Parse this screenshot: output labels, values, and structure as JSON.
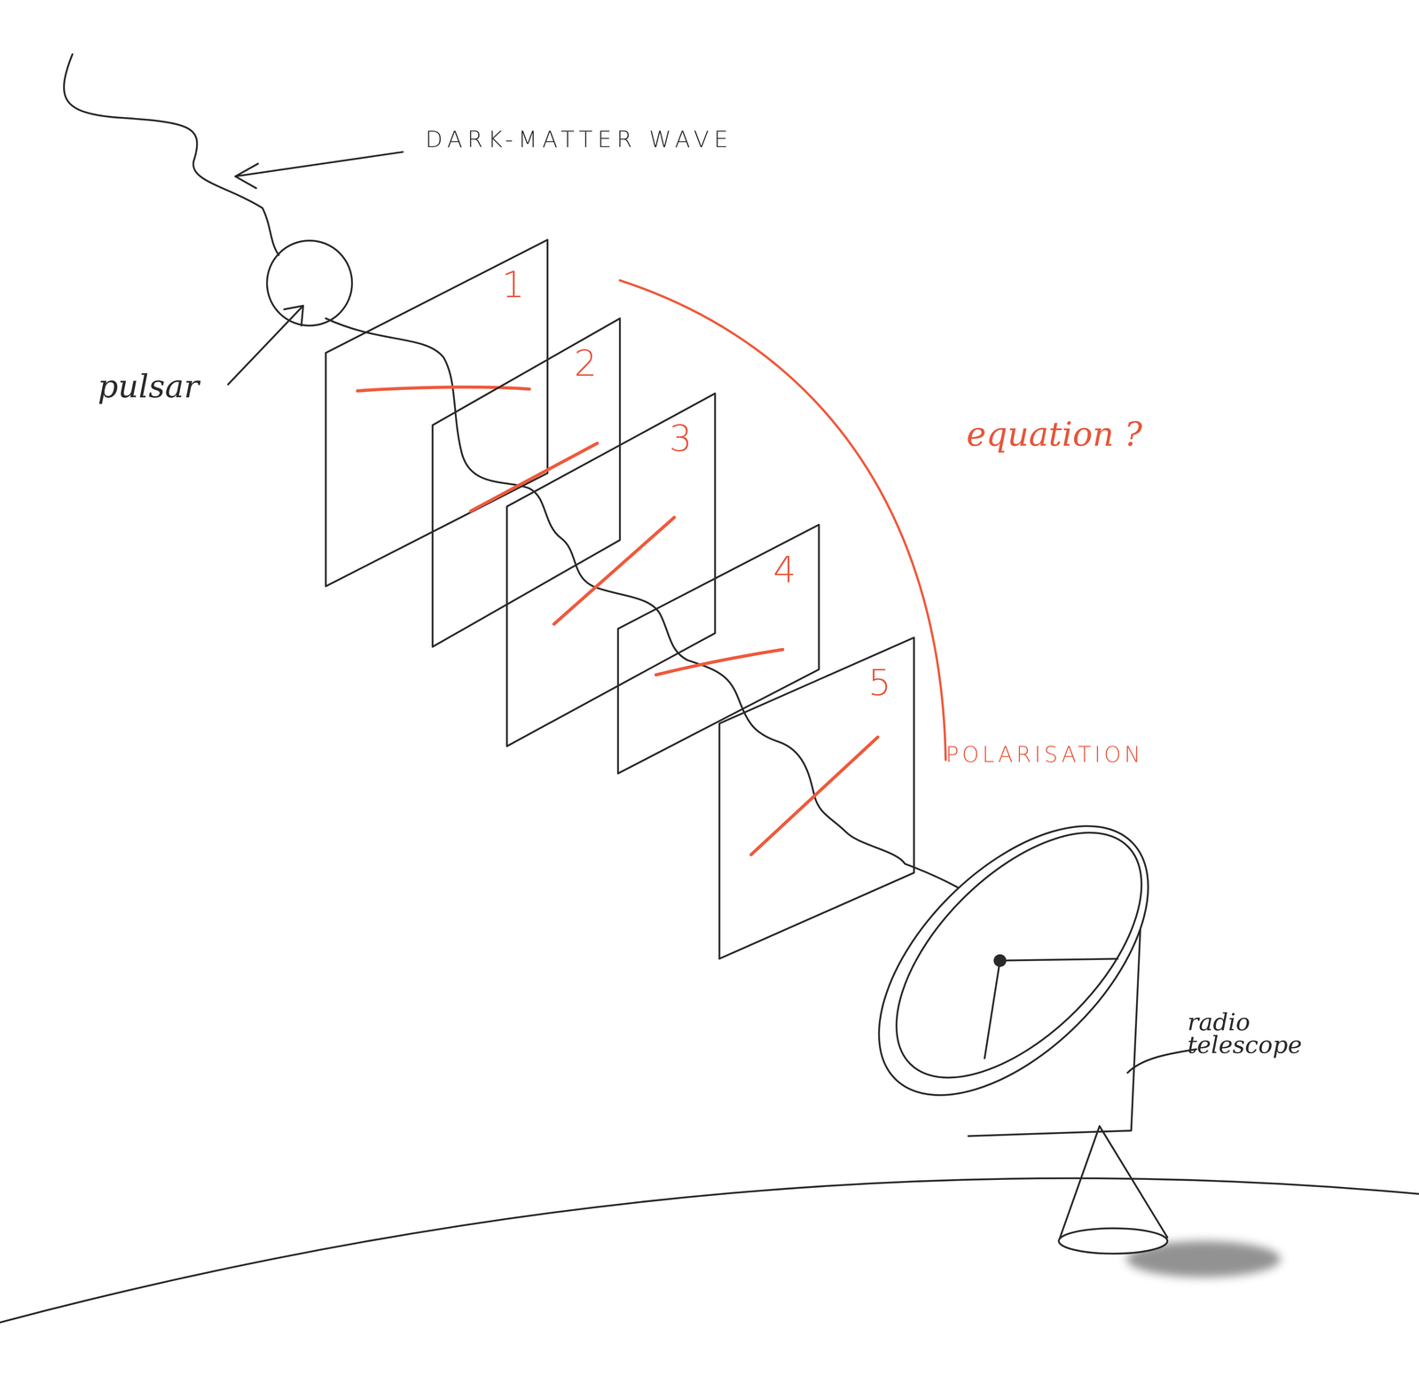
{
  "diagram": {
    "nodes": [
      {
        "text": [
          "1"
        ]
      },
      {
        "text": [
          "2"
        ]
      },
      {
        "text": [
          "3"
        ]
      },
      {
        "text": [
          "4"
        ]
      },
      {
        "text": [
          "5"
        ]
      }
    ],
    "labels": [
      "DARK-MATTER WAVE",
      "pulsar",
      "equation ?",
      "POLARISATION",
      "radio telescope"
    ]
  }
}
